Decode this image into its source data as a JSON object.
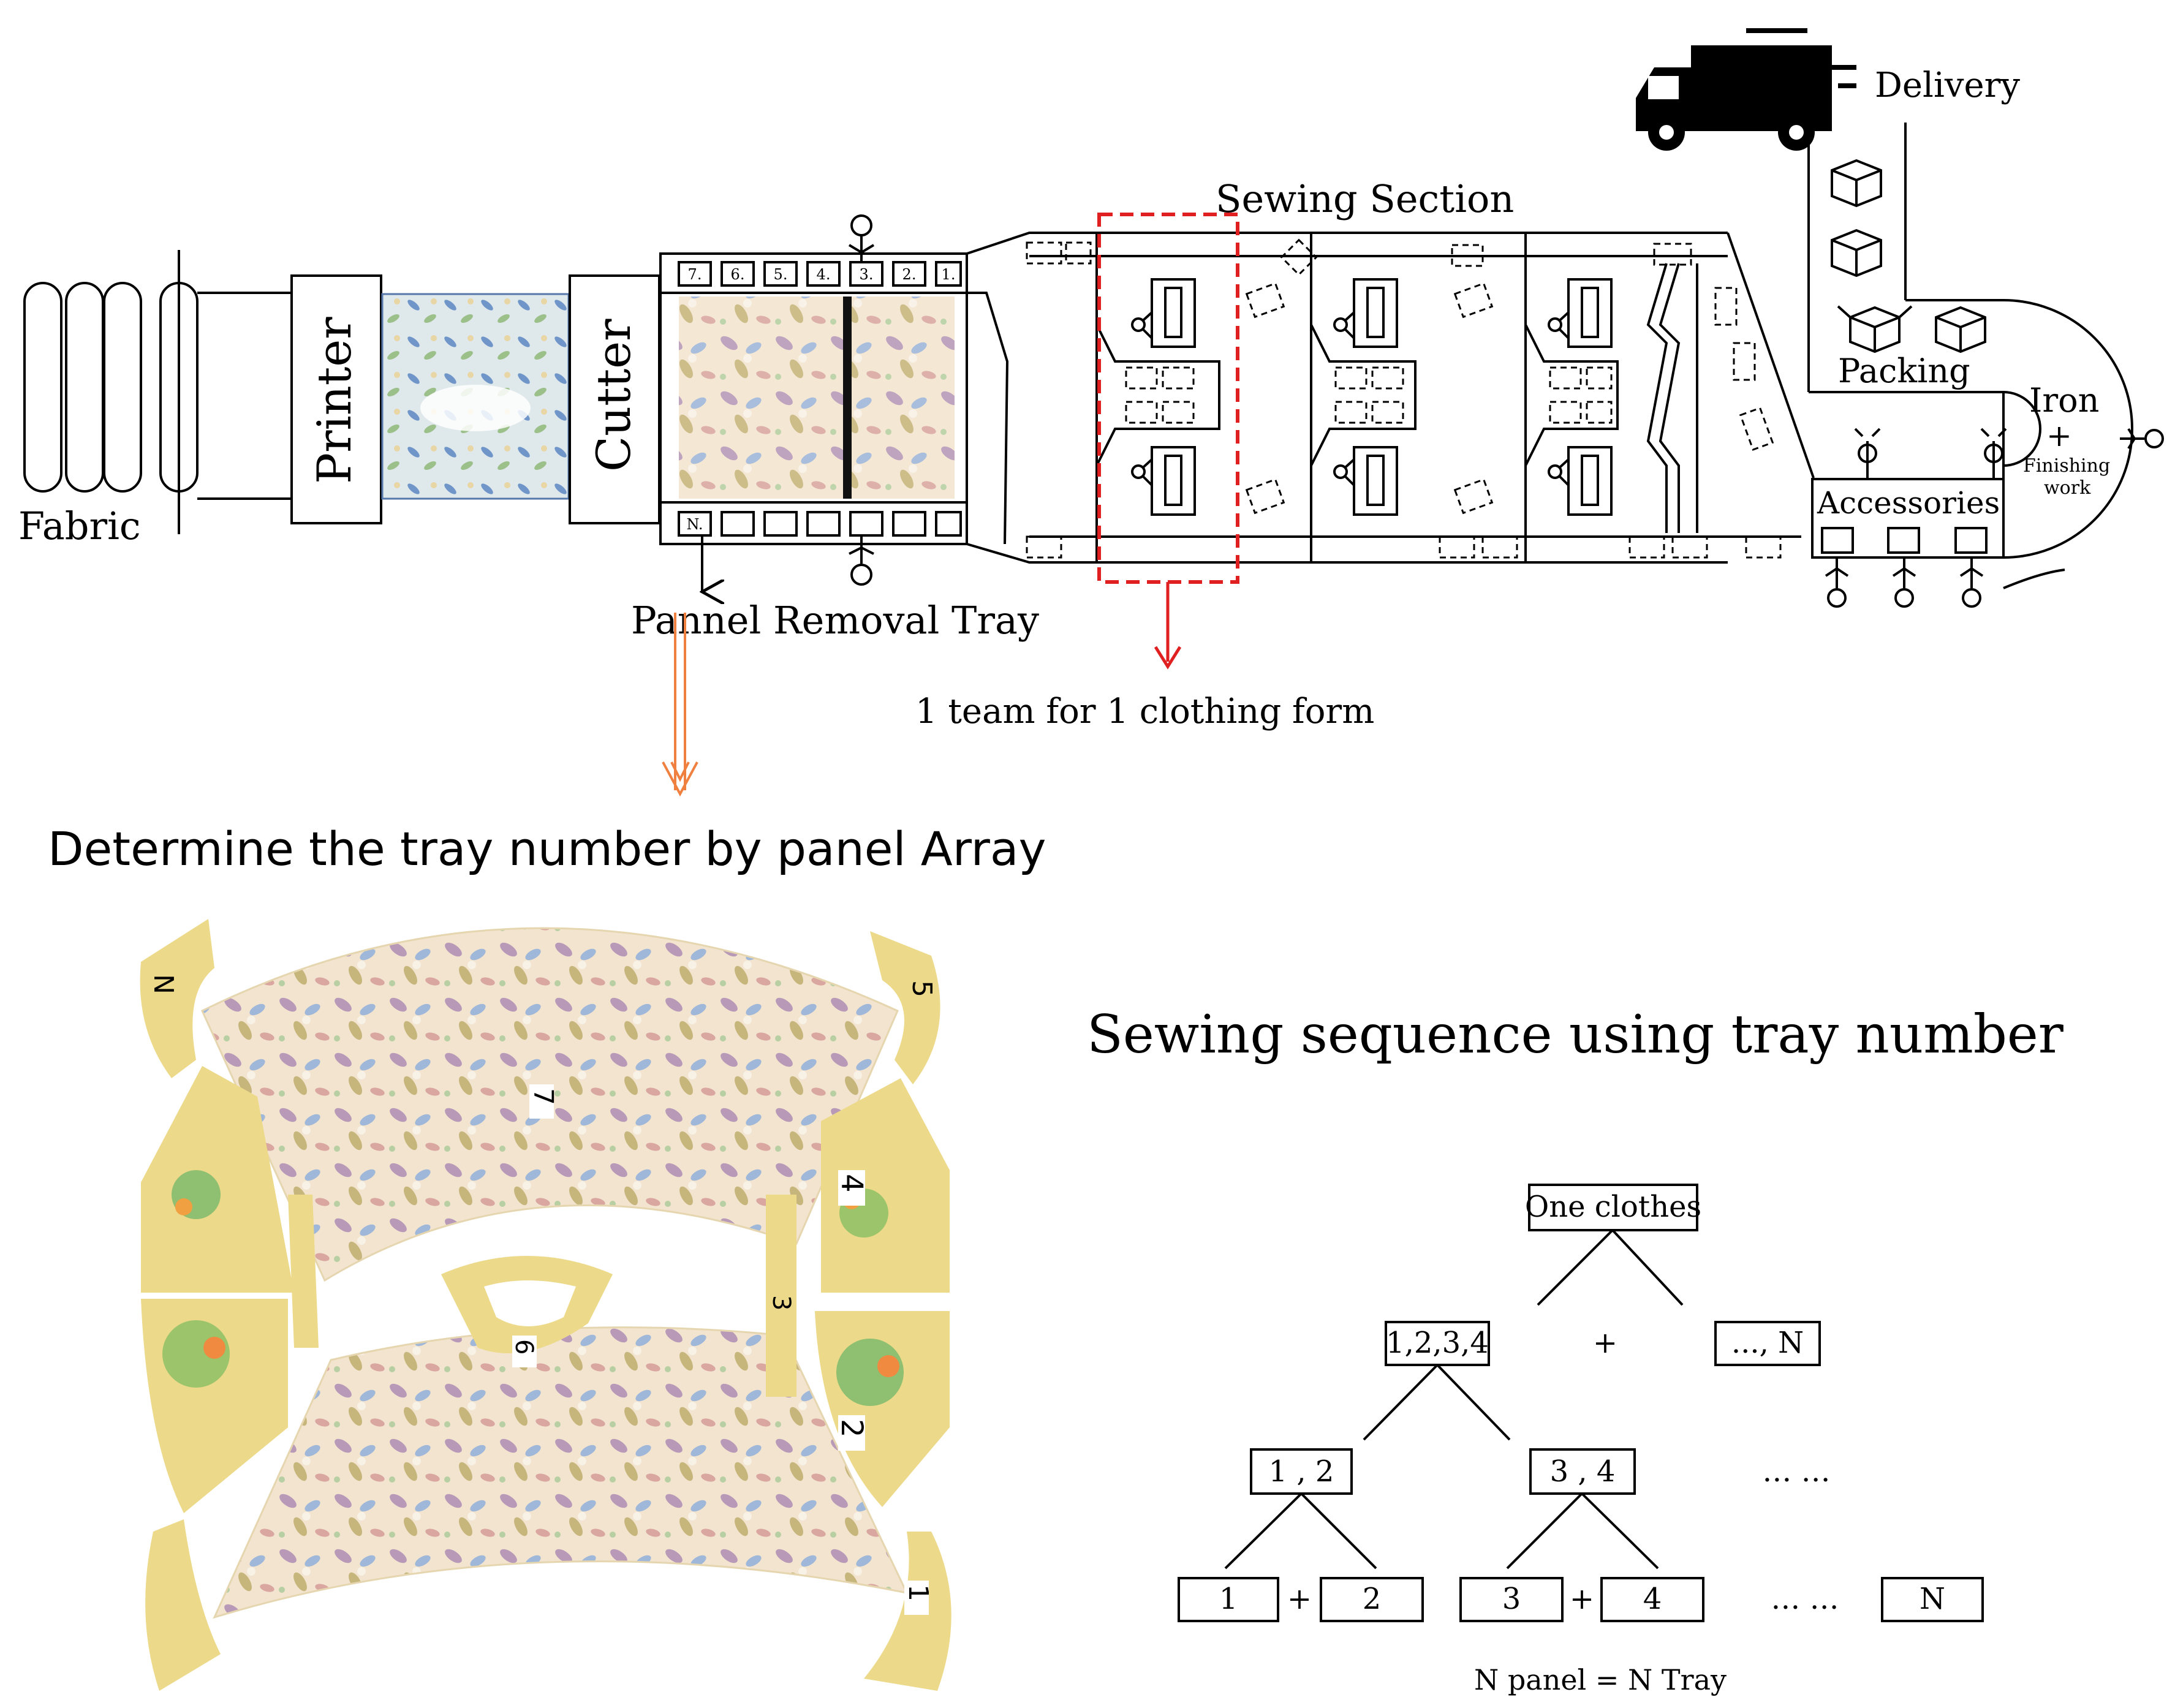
{
  "title": "Determine the tray number by panel Array",
  "subtitle": "Sewing sequence using tray number",
  "process": {
    "fabric": "Fabric",
    "printer": "Printer",
    "cutter": "Cutter",
    "panel_removal_tray": "Pannel Removal Tray",
    "sewing_section": "Sewing Section",
    "team_note": "1 team for 1 clothing form",
    "delivery": "Delivery",
    "packing": "Packing",
    "iron": "Iron",
    "plus": "+",
    "finishing_line1": "Finishing",
    "finishing_line2": "work",
    "accessories": "Accessories",
    "tray_labels_top": [
      "7.",
      "6.",
      "5.",
      "4.",
      "3.",
      "2.",
      "1."
    ],
    "tray_label_bottom": "N."
  },
  "panels": {
    "labels": [
      "N",
      "5",
      "7",
      "4",
      "3",
      "6",
      "2",
      "1"
    ]
  },
  "tree": {
    "root": "One clothes",
    "level1_left": "1,2,3,4",
    "level1_plus": "+",
    "level1_right": "..., N",
    "level2_left": "1 , 2",
    "level2_right": "3 , 4",
    "level2_ellipsis": "… …",
    "leaf1": "1",
    "leaf_plus_a": "+",
    "leaf2": "2",
    "leaf3": "3",
    "leaf_plus_b": "+",
    "leaf4": "4",
    "leaf_ellipsis": "… …",
    "leafN": "N",
    "footnote": "N panel = N Tray"
  },
  "colors": {
    "highlight_red": "#e02020",
    "arrow_orange": "#f08040",
    "panel_yellow": "#ecd98a",
    "panel_pattern": "#f0ddc8",
    "print_blue": "#c9dbe8"
  }
}
